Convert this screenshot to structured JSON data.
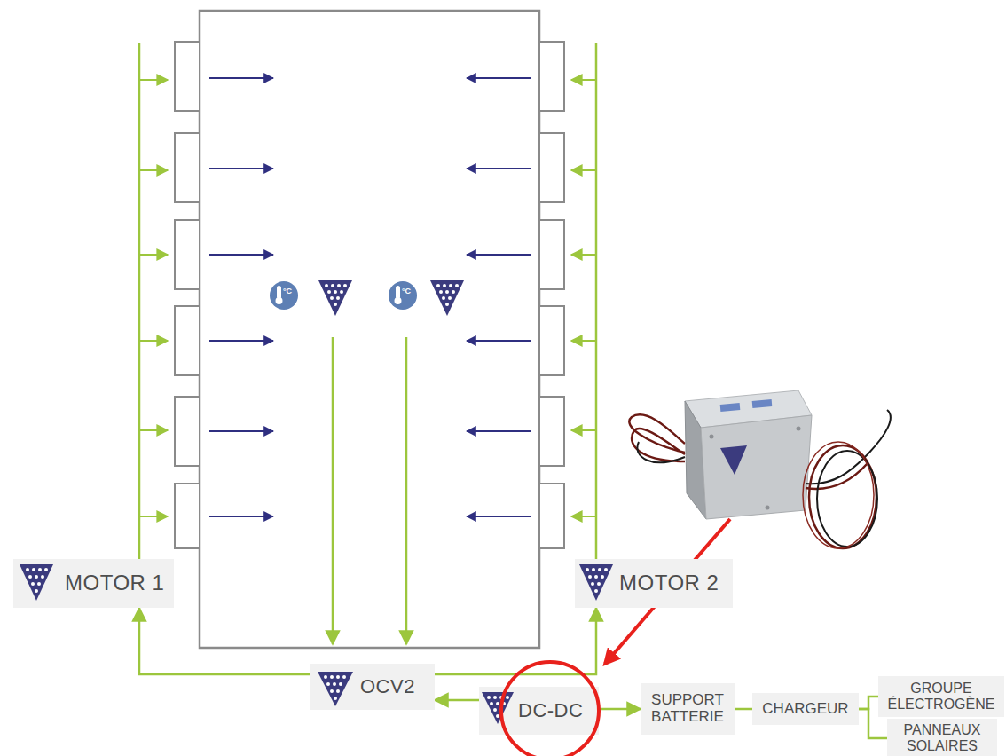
{
  "diagram": {
    "nodes": [
      {
        "text": [
          "MOTOR 1"
        ]
      },
      {
        "text": [
          "MOTOR 2"
        ]
      },
      {
        "text": [
          "OCV2"
        ]
      },
      {
        "text": [
          "DC-DC"
        ]
      },
      {
        "text": [
          "SUPPORT BATTERIE"
        ]
      },
      {
        "text": [
          "CHARGEUR"
        ]
      },
      {
        "text": [
          "GROUPE ÉLECTROGÈNE"
        ]
      },
      {
        "text": [
          "PANNEAUX SOLAIRES"
        ]
      }
    ],
    "edges": [
      {
        "from": 2,
        "to": 0,
        "arrow": "to"
      },
      {
        "from": 2,
        "to": 1,
        "arrow": "to"
      },
      {
        "from": 3,
        "to": 2,
        "arrow": "to"
      },
      {
        "from": 3,
        "to": 4,
        "arrow": "to"
      },
      {
        "from": 4,
        "to": 5,
        "arrow": "none"
      },
      {
        "from": 5,
        "to": 6,
        "arrow": "none"
      },
      {
        "from": 5,
        "to": 7,
        "arrow": "none"
      }
    ],
    "labels": [
      "°C",
      "°C"
    ]
  }
}
